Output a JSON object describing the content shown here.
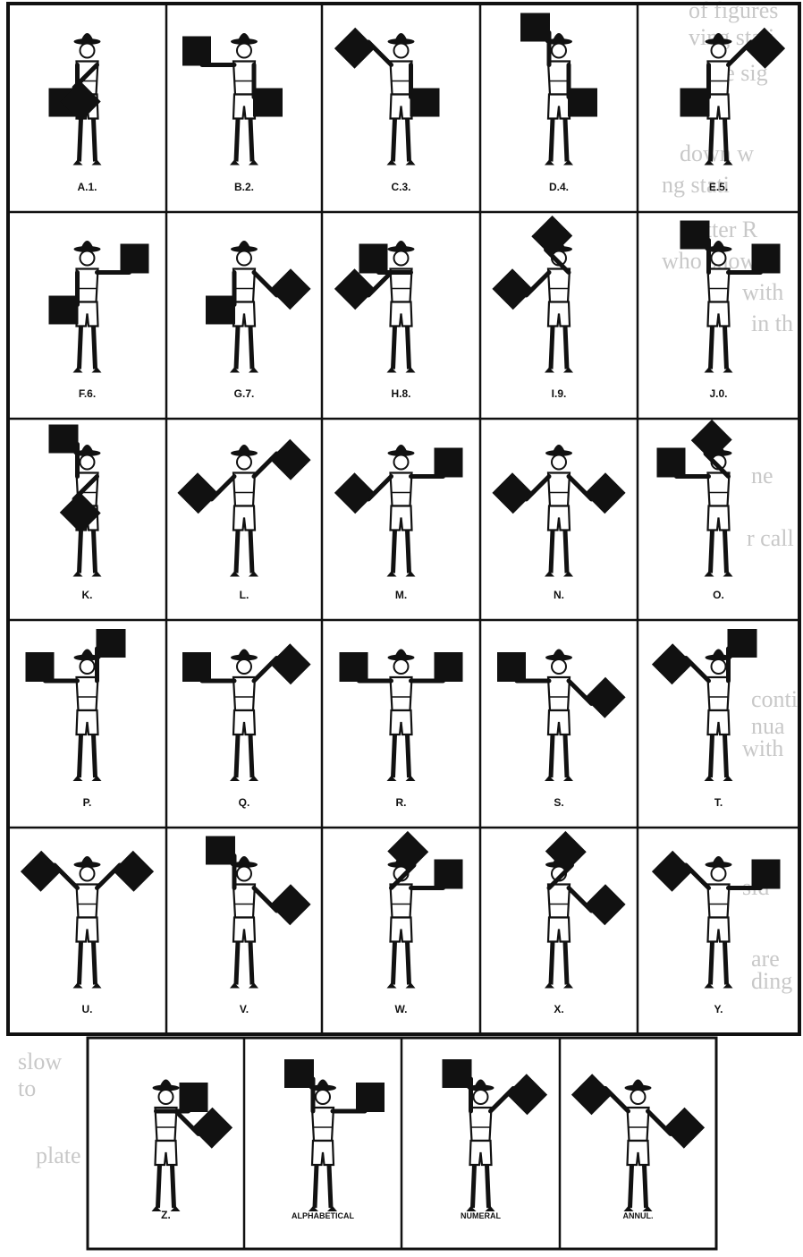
{
  "colors": {
    "ink": "#111111",
    "paper": "#ffffff",
    "faint_text": "#c8c8c8"
  },
  "plate": {
    "row1": [
      "A.1.",
      "B.2.",
      "C.3.",
      "D.4.",
      "E.5."
    ],
    "row2": [
      "F.6.",
      "G.7.",
      "H.8.",
      "I.9.",
      "J.0."
    ],
    "row3": [
      "K.",
      "L.",
      "M.",
      "N.",
      "O."
    ],
    "row4": [
      "P.",
      "Q.",
      "R.",
      "S.",
      "T."
    ],
    "row5": [
      "U.",
      "V.",
      "W.",
      "X.",
      "Y."
    ],
    "row6": [
      "Z.",
      "ALPHABETICAL",
      "NUMERAL",
      "ANNUL."
    ]
  },
  "poses": {
    "row1": [
      {
        "r": "down",
        "l": "downleft"
      },
      {
        "r": "left",
        "l": "down"
      },
      {
        "r": "upleft",
        "l": "down"
      },
      {
        "r": "up",
        "l": "down"
      },
      {
        "r": "down",
        "l": "upright"
      }
    ],
    "row2": [
      {
        "r": "down",
        "l": "right"
      },
      {
        "r": "down",
        "l": "downright"
      },
      {
        "r": "downleft",
        "l": "left"
      },
      {
        "r": "downleft",
        "l": "upleft"
      },
      {
        "r": "up",
        "l": "right"
      }
    ],
    "row3": [
      {
        "r": "up",
        "l": "downleft"
      },
      {
        "r": "downleft",
        "l": "upright"
      },
      {
        "r": "downleft",
        "l": "right"
      },
      {
        "r": "downleft",
        "l": "downright"
      },
      {
        "r": "left",
        "l": "upleft"
      }
    ],
    "row4": [
      {
        "r": "left",
        "l": "up"
      },
      {
        "r": "left",
        "l": "upright"
      },
      {
        "r": "left",
        "l": "right"
      },
      {
        "r": "left",
        "l": "downright"
      },
      {
        "r": "upleft",
        "l": "up"
      }
    ],
    "row5": [
      {
        "r": "upleft",
        "l": "upright"
      },
      {
        "r": "up",
        "l": "downright"
      },
      {
        "r": "upright",
        "l": "right"
      },
      {
        "r": "upright",
        "l": "downright"
      },
      {
        "r": "upleft",
        "l": "right"
      }
    ],
    "row6": [
      {
        "r": "right",
        "l": "downright"
      },
      {
        "r": "up",
        "l": "right"
      },
      {
        "r": "up",
        "l": "upright"
      },
      {
        "r": "upleft",
        "l": "downright"
      }
    ]
  },
  "bleed_through": [
    "of figures",
    "ving stati",
    "the sig",
    "down w",
    "ng stati",
    "letter R",
    "who show",
    "with",
    "in th",
    "ne",
    "r call",
    "conti",
    "nua",
    "with",
    "sid",
    "are",
    "ding",
    "slow",
    "to",
    "plate"
  ]
}
